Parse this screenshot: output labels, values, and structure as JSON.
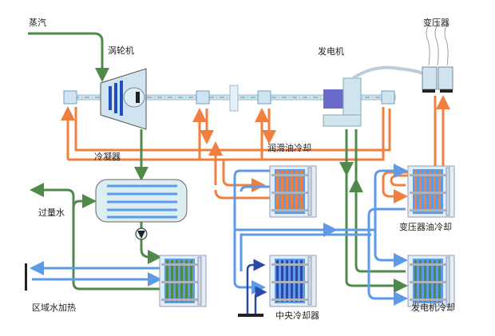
{
  "labels": {
    "steam": "蒸汽",
    "turbine": "涡轮机",
    "generator": "发电机",
    "transformer": "变压器",
    "condenser": "冷凝器",
    "lube_oil_cooling": "润滑油冷却",
    "excess_water": "过量水",
    "transformer_oil_cooling": "变压器油冷却",
    "district_heating": "区域水加热",
    "central_cooler": "中央冷却器",
    "generator_cooling": "发电机冷却"
  },
  "colors": {
    "steam_water": "#4f8a4a",
    "oil": "#f08040",
    "cooling_water": "#5b9be8",
    "central_water": "#2a4aa8",
    "equipment": "#cfe4ee"
  }
}
